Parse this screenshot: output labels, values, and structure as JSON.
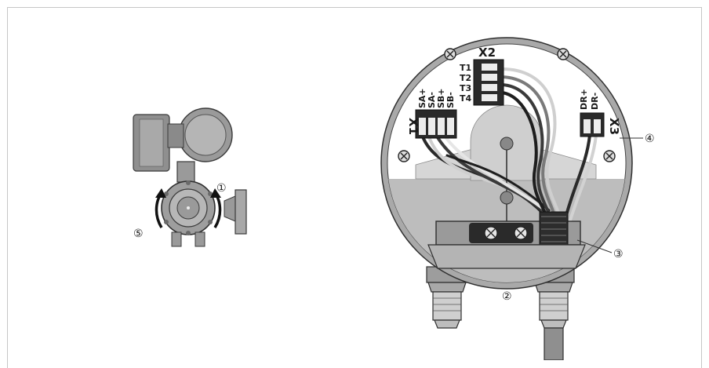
{
  "terminals": {
    "x1": {
      "name": "X1",
      "pins": [
        "SA+",
        "SA-",
        "SB+",
        "SB-"
      ]
    },
    "x2": {
      "name": "X2",
      "pins": [
        "T1",
        "T2",
        "T3",
        "T4"
      ]
    },
    "x3": {
      "name": "X3",
      "pins": [
        "DR+",
        "DR-"
      ]
    }
  },
  "callouts": {
    "c1": "①",
    "c2": "②",
    "c3": "③",
    "c4": "④",
    "c5": "⑤"
  },
  "colors": {
    "housing_dark": "#8a8a8a",
    "housing_light": "#c8c8c8",
    "connector": "#2a2a2a",
    "background": "#ffffff",
    "frame": "#c6c6c6"
  }
}
